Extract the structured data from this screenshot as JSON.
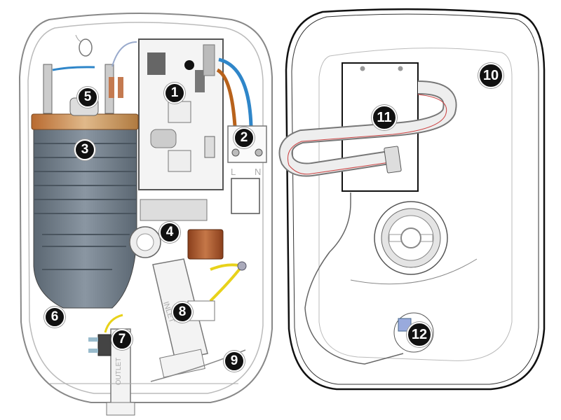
{
  "diagram": {
    "subject": "Electric shower unit internal components (front and rear views)",
    "views": [
      "front-internal-view",
      "rear-cover-view"
    ],
    "callouts": [
      {
        "number": "1"
      },
      {
        "number": "2"
      },
      {
        "number": "3"
      },
      {
        "number": "4"
      },
      {
        "number": "5"
      },
      {
        "number": "6"
      },
      {
        "number": "7"
      },
      {
        "number": "8"
      },
      {
        "number": "9"
      },
      {
        "number": "10"
      },
      {
        "number": "11"
      },
      {
        "number": "12"
      }
    ],
    "terminal_labels": {
      "live": "L",
      "neutral": "N"
    },
    "part_markings": {
      "inlet": "INLET",
      "outlet": "OUTLET"
    },
    "colors": {
      "live_wire": "#b8621b",
      "neutral_wire": "#2f86c9",
      "earth_wire": "#e8d21a",
      "heater_can": "#6f7c88",
      "heater_flange": "#c98a4a",
      "solenoid": "#a4552c",
      "badge": "#111111"
    }
  }
}
